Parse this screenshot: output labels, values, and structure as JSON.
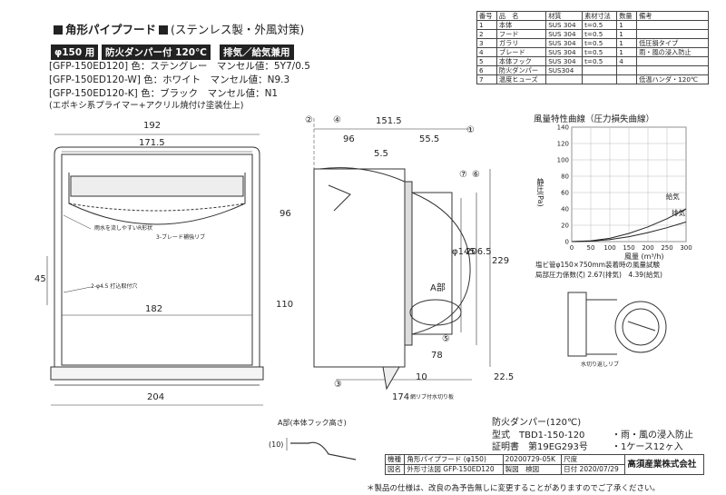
{
  "header": {
    "title": "角形パイプフード",
    "title_suffix": "(ステンレス製・外風対策)",
    "badge_size": "φ150 用",
    "badge_damper": "防火ダンパー付 120℃",
    "badge_use": "排気／給気兼用",
    "variants": [
      "[GFP-150ED120] 色：ステングレー　マンセル値：5Y7/0.5",
      "[GFP-150ED120-W] 色：ホワイト　マンセル値：N9.3",
      "[GFP-150ED120-K] 色：ブラック　マンセル値：N1"
    ],
    "coating": "(エポキシ系プライマー+アクリル焼付け塗装仕上)"
  },
  "parts_table": {
    "headers": [
      "番号",
      "品　名",
      "材質",
      "素材寸法",
      "数量",
      "備考"
    ],
    "rows": [
      [
        "1",
        "本体",
        "SUS 304",
        "t=0.5",
        "1",
        ""
      ],
      [
        "2",
        "フード",
        "SUS 304",
        "t=0.5",
        "1",
        ""
      ],
      [
        "3",
        "ガラリ",
        "SUS 304",
        "t=0.5",
        "1",
        "低圧損タイプ"
      ],
      [
        "4",
        "ブレード",
        "SUS 304",
        "t=0.5",
        "1",
        "雨・風の浸入防止"
      ],
      [
        "5",
        "本体フック",
        "SUS 304",
        "t=0.5",
        "4",
        ""
      ],
      [
        "6",
        "防火ダンパー",
        "SUS304",
        "",
        "",
        ""
      ],
      [
        "7",
        "温度ヒューズ",
        "",
        "",
        "",
        "低温ハンダ・120℃"
      ]
    ]
  },
  "front_view": {
    "dims": {
      "top_outer": "192",
      "top_inner": "171.5",
      "hole": "182",
      "side": "45",
      "bottom": "204"
    },
    "labels": {
      "drain": "雨水を流しやすいR形状",
      "blade_rib": "3-ブレード補強リブ",
      "mount_hole": "2-φ4.5 打込取付穴"
    },
    "callouts": [
      "②",
      "③",
      "④"
    ]
  },
  "side_view": {
    "dims": {
      "depth": "151.5",
      "d96": "96",
      "d55_5": "55.5",
      "d5_5": "5.5",
      "h96": "96",
      "h110": "110",
      "dia": "φ145",
      "h206_5": "206.5",
      "h229": "229",
      "d78": "78",
      "h10": "10",
      "h22_5": "22.5",
      "d174": "174"
    },
    "labels": {
      "a_part": "A部",
      "drain_rib": "網リブ付水切り板"
    },
    "callouts": [
      "①",
      "⑦",
      "⑥",
      "⑤",
      "③"
    ]
  },
  "chart_title": "風量特性曲線（圧力損失曲線）",
  "chart_data": {
    "type": "line",
    "title": "風量特性曲線（圧力損失曲線）",
    "xlabel": "風量 (m³/h)",
    "ylabel": "静圧(Pa)",
    "xlim": [
      0,
      300
    ],
    "ylim": [
      0,
      140
    ],
    "x_ticks": [
      "0",
      "50",
      "100",
      "150",
      "200",
      "250",
      "300"
    ],
    "y_ticks": [
      "0",
      "20",
      "40",
      "60",
      "80",
      "100",
      "120",
      "140"
    ],
    "grid": true,
    "series": [
      {
        "name": "給気",
        "x": [
          0,
          50,
          100,
          150,
          200,
          250,
          300
        ],
        "y": [
          0,
          1,
          4,
          10,
          18,
          28,
          40
        ]
      },
      {
        "name": "排気",
        "x": [
          0,
          50,
          100,
          150,
          200,
          250,
          300
        ],
        "y": [
          0,
          0.6,
          2.5,
          6,
          11,
          17,
          24
        ]
      }
    ]
  },
  "chart_notes": {
    "test": "塩ビ管φ150×750mm装着時の風量試験",
    "coef": "局部圧力係数(ζ) 2.67(排気)　4.39(給気)"
  },
  "detail": {
    "rib_label": "水切り返しリブ",
    "a_title": "A部(本体フック高さ)",
    "a_dim": "(10)"
  },
  "info": {
    "damper": "防火ダンパー(120℃)",
    "model": "型式　TBD1-150-120",
    "rain": "・雨・風の浸入防止",
    "cert": "証明書　第19EG293号",
    "pack": "・1ケース12ヶ入"
  },
  "title_block": {
    "kishu_label": "機種",
    "kishu_value1": "角形パイプフード",
    "kishu_value2": "(φ150)",
    "no_value": "20200729-05K",
    "scale_label": "尺度",
    "zumei_label": "図名",
    "zumei_value1": "外形寸法図",
    "zumei_value2": "GFP-150ED120",
    "seizu_label": "製図",
    "kenzu_label": "検図",
    "date_label": "日付",
    "date_value": "2020/07/29",
    "company": "高須産業株式会社",
    "disclaimer": "＊製品の仕様は、改良の為予告無しに変更することがありますのでご了承ください。"
  }
}
